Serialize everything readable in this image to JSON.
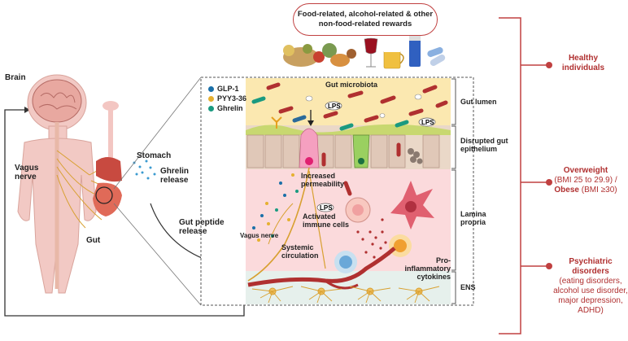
{
  "rewards": "Food-related, alcohol-related & other non-food-related rewards",
  "labels": {
    "brain": "Brain",
    "vagus": "Vagus nerve",
    "gut": "Gut",
    "stomach": "Stomach",
    "ghrelin_release": "Ghrelin release",
    "gut_peptide_release": "Gut peptide release",
    "gut_microbiota": "Gut microbiota",
    "lps": "LPS",
    "increased_permeability": "Increased permeability",
    "activated_immune": "Activated immune cells",
    "vagus_nerve_inset": "Vagus nerve",
    "systemic_circulation": "Systemic circulation",
    "pro_inflammatory": "Pro-inflammatory cytokines"
  },
  "legend": [
    {
      "label": "GLP-1",
      "color": "#1a6fa8"
    },
    {
      "label": "PYY3-36",
      "color": "#e6b030"
    },
    {
      "label": "Ghrelin",
      "color": "#1a9a80"
    }
  ],
  "layers": {
    "lumen": "Gut lumen",
    "epithelium": "Disrupted gut epithelium",
    "lamina": "Lamina propria",
    "ens": "ENS"
  },
  "conditions": {
    "healthy": "Healthy individuals",
    "overweight": "Overweight",
    "overweight_range": "(BMI 25 to 29.9) /",
    "obese": "Obese",
    "obese_range": "(BMI ≥30)",
    "psychiatric": "Psychiatric disorders",
    "psychiatric_detail": "(eating disorders, alcohol use disorder, major depression, ADHD)"
  },
  "colors": {
    "accent": "#b03030",
    "lumen": "#fbe8b0",
    "epithelium": "#ead8c8",
    "lamina": "#fbdadc",
    "ens": "#e6f0ec"
  }
}
